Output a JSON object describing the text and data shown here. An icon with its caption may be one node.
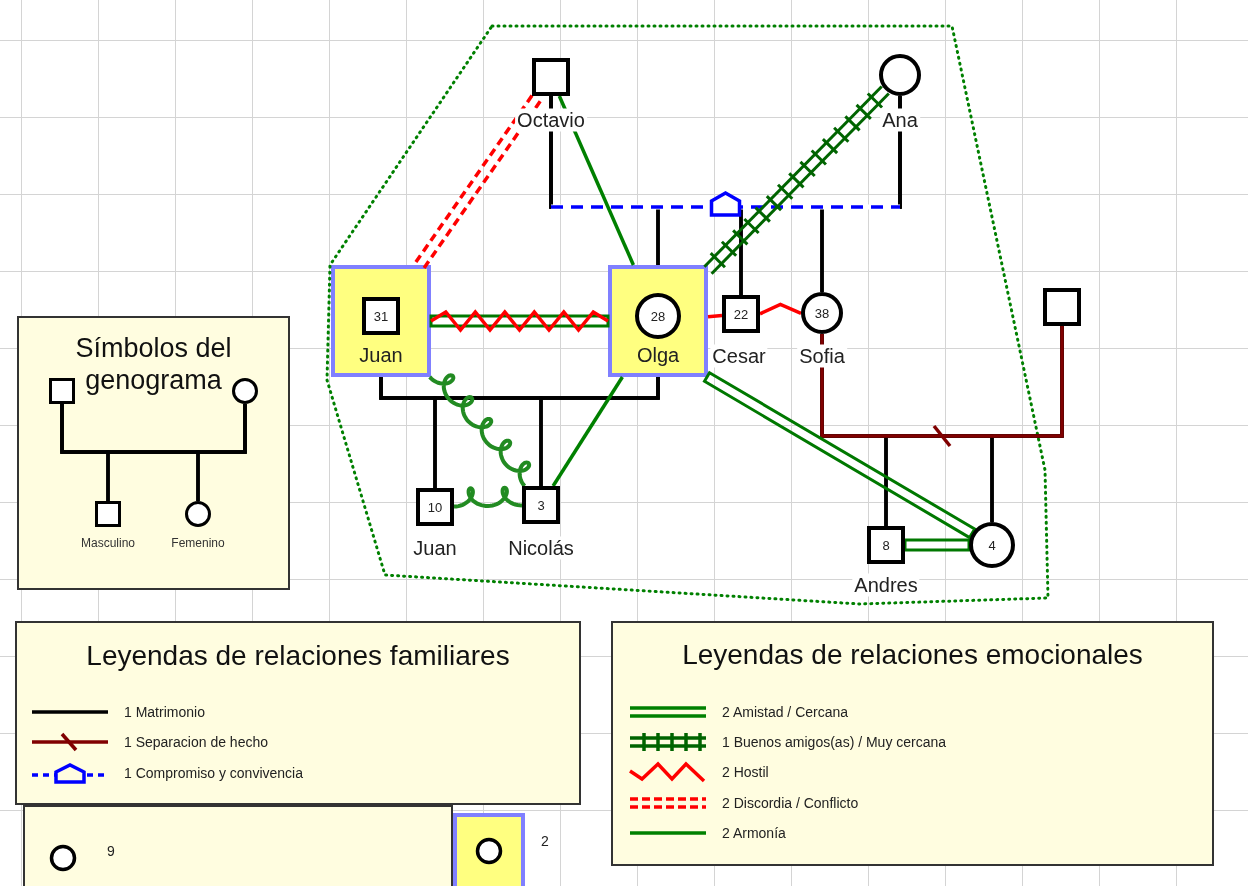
{
  "diagram": {
    "nodes": [
      {
        "text": [],
        "shape": "box",
        "beside": [
          "Octavio"
        ]
      },
      {
        "text": [],
        "shape": "circle",
        "beside": [
          "Ana"
        ]
      },
      {
        "text": [
          "Juan"
        ]
      },
      {
        "text": [
          "31"
        ],
        "in": 2
      },
      {
        "text": [
          "Olga"
        ]
      },
      {
        "text": [
          "28"
        ],
        "in": 4
      },
      {
        "text": [
          "22"
        ],
        "beside": [
          "Cesar"
        ]
      },
      {
        "text": [
          "38"
        ],
        "beside": [
          "Sofia"
        ]
      },
      {
        "text": [],
        "shape": "box"
      },
      {
        "text": [
          "10"
        ],
        "beside": [
          "Juan"
        ]
      },
      {
        "text": [
          "3"
        ],
        "beside": [
          "Nicolás"
        ]
      },
      {
        "text": [
          "8"
        ],
        "beside": [
          "Andres"
        ]
      },
      {
        "text": [
          "4"
        ]
      },
      {
        "text": [
          "Símbolos del genograma"
        ]
      },
      {
        "text": [],
        "shape": "box",
        "in": 13
      },
      {
        "text": [],
        "shape": "circle",
        "in": 13
      },
      {
        "text": [],
        "shape": "box",
        "in": 13,
        "beside": [
          "Masculino"
        ]
      },
      {
        "text": [],
        "shape": "circle",
        "in": 13,
        "beside": [
          "Femenino"
        ]
      }
    ],
    "edges": [
      {
        "from": 0,
        "to": 1,
        "arrow": "none",
        "style": "dashed",
        "color": "#0000ff"
      },
      {
        "from": 0,
        "to": 4,
        "arrow": "none"
      },
      {
        "from": 1,
        "to": 4,
        "arrow": "none"
      },
      {
        "from": 0,
        "to": 6,
        "arrow": "none"
      },
      {
        "from": 1,
        "to": 6,
        "arrow": "none"
      },
      {
        "from": 0,
        "to": 7,
        "arrow": "none"
      },
      {
        "from": 1,
        "to": 7,
        "arrow": "none"
      },
      {
        "from": 2,
        "to": 4,
        "arrow": "none"
      },
      {
        "from": 2,
        "to": 9,
        "arrow": "none"
      },
      {
        "from": 4,
        "to": 9,
        "arrow": "none"
      },
      {
        "from": 2,
        "to": 10,
        "arrow": "none"
      },
      {
        "from": 4,
        "to": 10,
        "arrow": "none"
      },
      {
        "from": 7,
        "to": 8,
        "arrow": "none",
        "color": "#800000"
      },
      {
        "from": 7,
        "to": 11,
        "arrow": "none"
      },
      {
        "from": 8,
        "to": 11,
        "arrow": "none"
      },
      {
        "from": 7,
        "to": 12,
        "arrow": "none"
      },
      {
        "from": 8,
        "to": 12,
        "arrow": "none"
      },
      {
        "from": 2,
        "to": 0,
        "arrow": "none",
        "style": "dashed",
        "color": "#ff0000"
      },
      {
        "from": 0,
        "to": 4,
        "arrow": "none",
        "color": "#008000"
      },
      {
        "from": 4,
        "to": 1,
        "arrow": "none",
        "color": "#006400"
      },
      {
        "from": 2,
        "to": 4,
        "arrow": "none",
        "color": "#007800"
      },
      {
        "from": 2,
        "to": 4,
        "arrow": "none",
        "color": "#ff0000"
      },
      {
        "from": 4,
        "to": 6,
        "arrow": "none",
        "color": "#ff0000"
      },
      {
        "from": 2,
        "to": 10,
        "arrow": "none",
        "color": "#228b22"
      },
      {
        "from": 9,
        "to": 10,
        "arrow": "none",
        "color": "#228b22"
      },
      {
        "from": 4,
        "to": 10,
        "arrow": "none",
        "color": "#008000"
      },
      {
        "from": 4,
        "to": 12,
        "arrow": "none",
        "color": "#007800"
      },
      {
        "from": 11,
        "to": 12,
        "arrow": "none",
        "color": "#007800"
      },
      {
        "from": 14,
        "to": 15,
        "arrow": "none"
      },
      {
        "from": 14,
        "to": 16,
        "arrow": "none"
      },
      {
        "from": 15,
        "to": 16,
        "arrow": "none"
      },
      {
        "from": 14,
        "to": 17,
        "arrow": "none"
      },
      {
        "from": 15,
        "to": 17,
        "arrow": "none"
      },
      {
        "from": 6,
        "to": 7,
        "arrow": "none",
        "color": "#ff0000"
      }
    ],
    "labels": [
      "Leyendas de relaciones familiares",
      "Leyendas de relaciones emocionales",
      "9",
      "2"
    ],
    "legend": [
      {
        "text": "1 Matrimonio"
      },
      {
        "text": "1 Separacion de hecho"
      },
      {
        "text": "1 Compromiso y convivencia"
      },
      {
        "text": "2 Amistad / Cercana"
      },
      {
        "text": "1 Buenos amigos(as) / Muy cercana"
      },
      {
        "text": "2 Hostil"
      },
      {
        "text": "2 Discordia / Conflicto"
      },
      {
        "text": "2 Armonía"
      }
    ]
  }
}
